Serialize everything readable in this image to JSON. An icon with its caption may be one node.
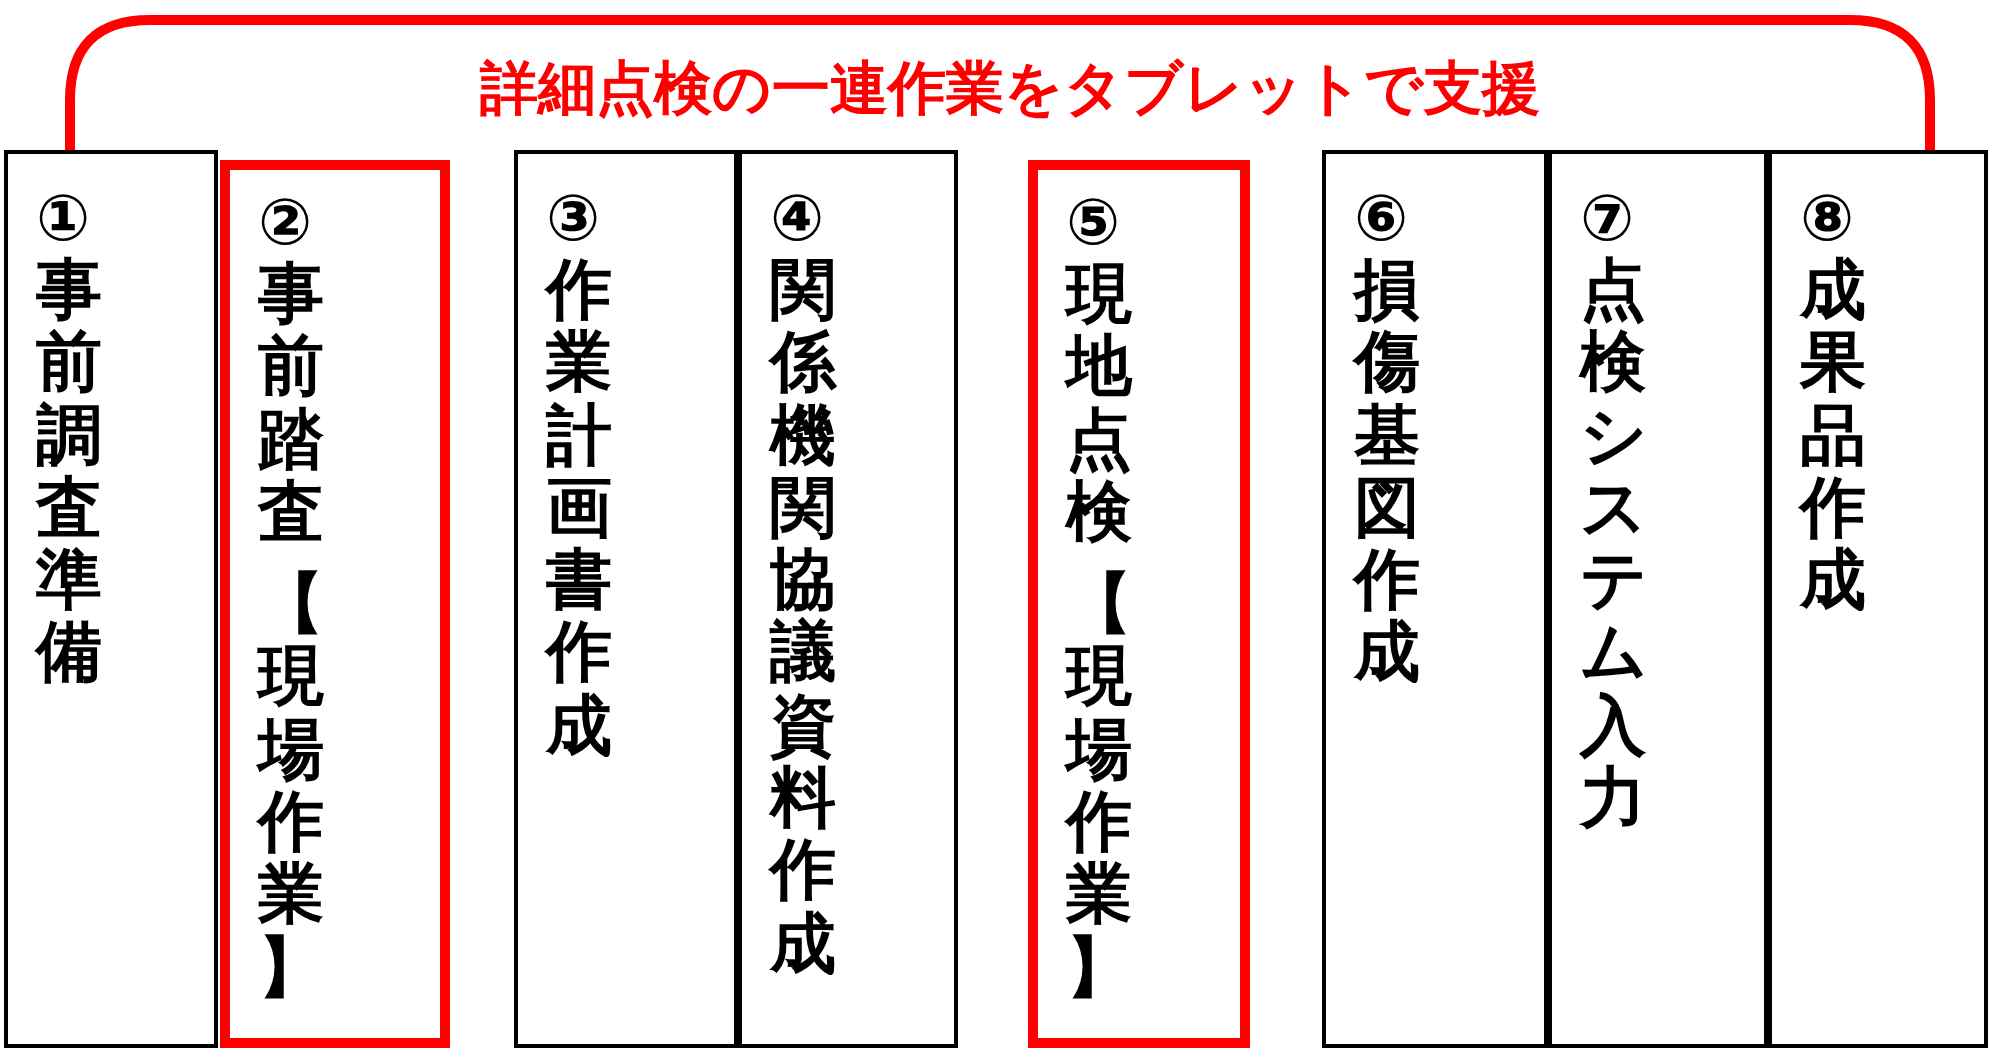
{
  "diagram": {
    "title": "詳細点検の一連作業をタブレットで支援",
    "nodes": [
      {
        "text": [
          "①",
          "事前調査準備"
        ]
      },
      {
        "text": [
          "②",
          "事前踏査",
          "【現場作業】"
        ]
      },
      {
        "text": [
          "③",
          "作業計画書作成"
        ]
      },
      {
        "text": [
          "④",
          "関係機関協議資料作成"
        ]
      },
      {
        "text": [
          "⑤",
          "現地点検",
          "【現場作業】"
        ]
      },
      {
        "text": [
          "⑥",
          "損傷基図作成"
        ]
      },
      {
        "text": [
          "⑦",
          "点検システム入力"
        ]
      },
      {
        "text": [
          "⑧",
          "成果品作成"
        ]
      }
    ]
  }
}
